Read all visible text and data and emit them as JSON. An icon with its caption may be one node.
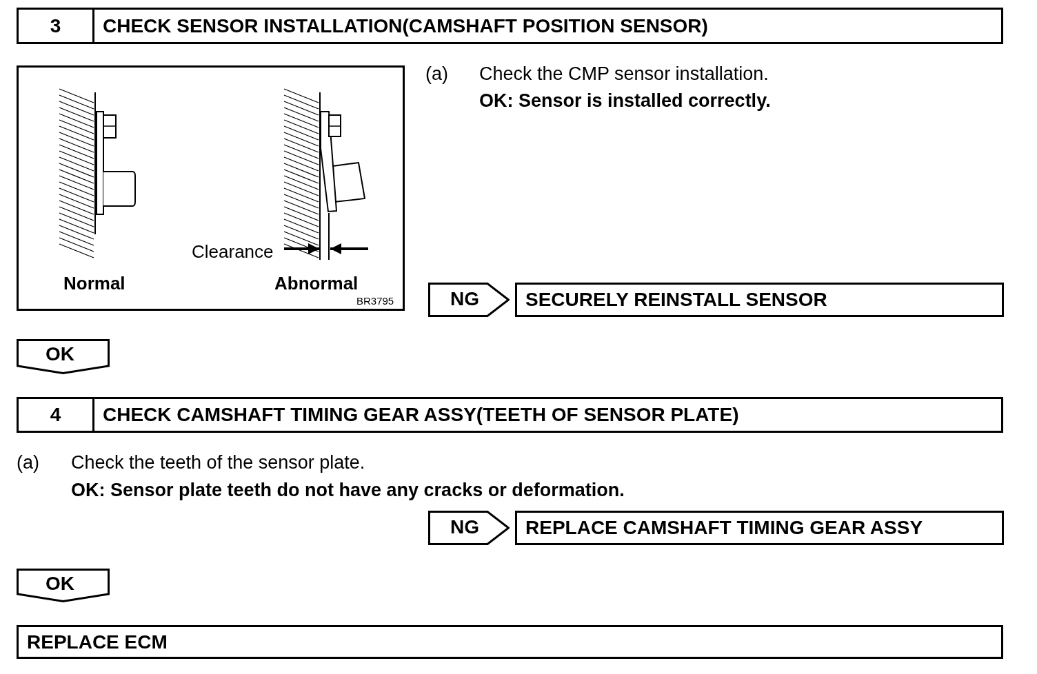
{
  "diagram": {
    "nodes": [
      {
        "text": [
          "3",
          "CHECK SENSOR INSTALLATION(CAMSHAFT POSITION SENSOR)"
        ]
      },
      {
        "text": [
          "NG"
        ]
      },
      {
        "text": [
          "SECURELY REINSTALL SENSOR"
        ]
      },
      {
        "text": [
          "OK"
        ]
      },
      {
        "text": [
          "4",
          "CHECK CAMSHAFT TIMING GEAR ASSY(TEETH OF SENSOR PLATE)"
        ]
      },
      {
        "text": [
          "NG"
        ]
      },
      {
        "text": [
          "REPLACE CAMSHAFT TIMING GEAR ASSY"
        ]
      },
      {
        "text": [
          "OK"
        ]
      },
      {
        "text": [
          "REPLACE ECM"
        ]
      }
    ],
    "labels": [
      "Clearance",
      "Normal",
      "Abnormal",
      "BR3795",
      "(a)",
      "Check the CMP sensor installation.",
      "OK: Sensor is installed correctly.",
      "(a)",
      "Check the teeth of the sensor plate.",
      "OK: Sensor plate teeth do not have any cracks or deformation."
    ]
  }
}
